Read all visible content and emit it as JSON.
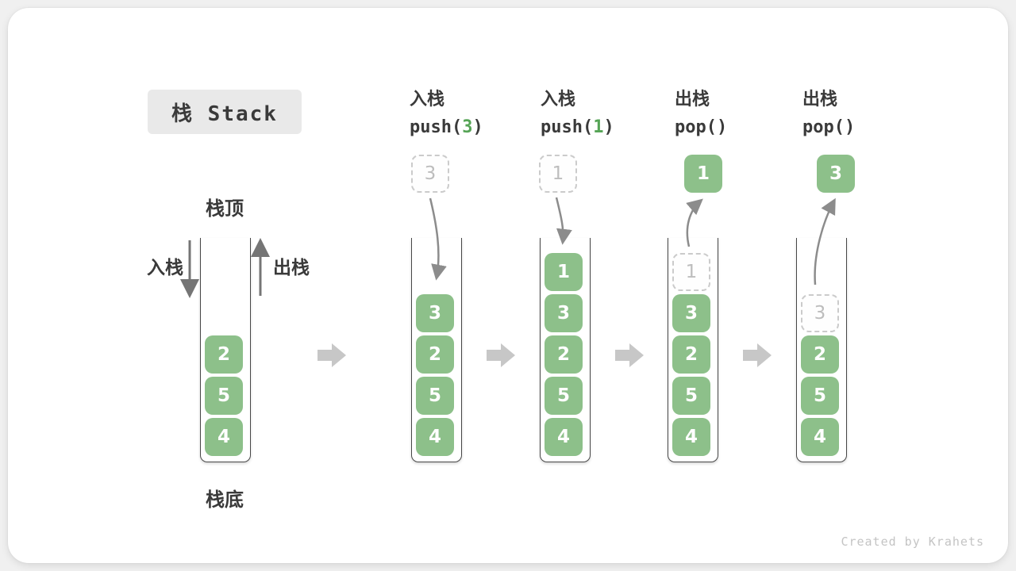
{
  "title": "栈 Stack",
  "labels": {
    "stack_top": "栈顶",
    "stack_bottom": "栈底",
    "push_side": "入栈",
    "pop_side": "出栈"
  },
  "watermark": "Created by Krahets",
  "operations": [
    {
      "action": "入栈",
      "fn": "push(",
      "arg": "3",
      "close": ")"
    },
    {
      "action": "入栈",
      "fn": "push(",
      "arg": "1",
      "close": ")"
    },
    {
      "action": "出栈",
      "fn": "pop(",
      "arg": "",
      "close": ")"
    },
    {
      "action": "出栈",
      "fn": "pop(",
      "arg": "",
      "close": ")"
    }
  ],
  "stacks": [
    {
      "items": [
        {
          "v": "2"
        },
        {
          "v": "5"
        },
        {
          "v": "4"
        }
      ]
    },
    {
      "float": {
        "v": "3",
        "ghost": true
      },
      "items": [
        {
          "v": "3"
        },
        {
          "v": "2"
        },
        {
          "v": "5"
        },
        {
          "v": "4"
        }
      ]
    },
    {
      "float": {
        "v": "1",
        "ghost": true
      },
      "items": [
        {
          "v": "1"
        },
        {
          "v": "3"
        },
        {
          "v": "2"
        },
        {
          "v": "5"
        },
        {
          "v": "4"
        }
      ]
    },
    {
      "float": {
        "v": "1",
        "ghost": false
      },
      "items": [
        {
          "v": "1",
          "ghost": true
        },
        {
          "v": "3"
        },
        {
          "v": "2"
        },
        {
          "v": "5"
        },
        {
          "v": "4"
        }
      ]
    },
    {
      "float": {
        "v": "3",
        "ghost": false
      },
      "items": [
        {
          "v": "3",
          "ghost": true
        },
        {
          "v": "2"
        },
        {
          "v": "5"
        },
        {
          "v": "4"
        }
      ]
    }
  ],
  "colors": {
    "element_green": "#8dc08a",
    "code_arg_green": "#56a456",
    "dark_text": "#3a3a3a",
    "ghost_border": "#cbcbcb",
    "ghost_text": "#bdbdbd",
    "block_arrow_gray": "#c7c7c7",
    "curve_arrow_gray": "#8c8c8c",
    "title_box_bg": "#e9e9e9",
    "card_bg": "#ffffff"
  }
}
